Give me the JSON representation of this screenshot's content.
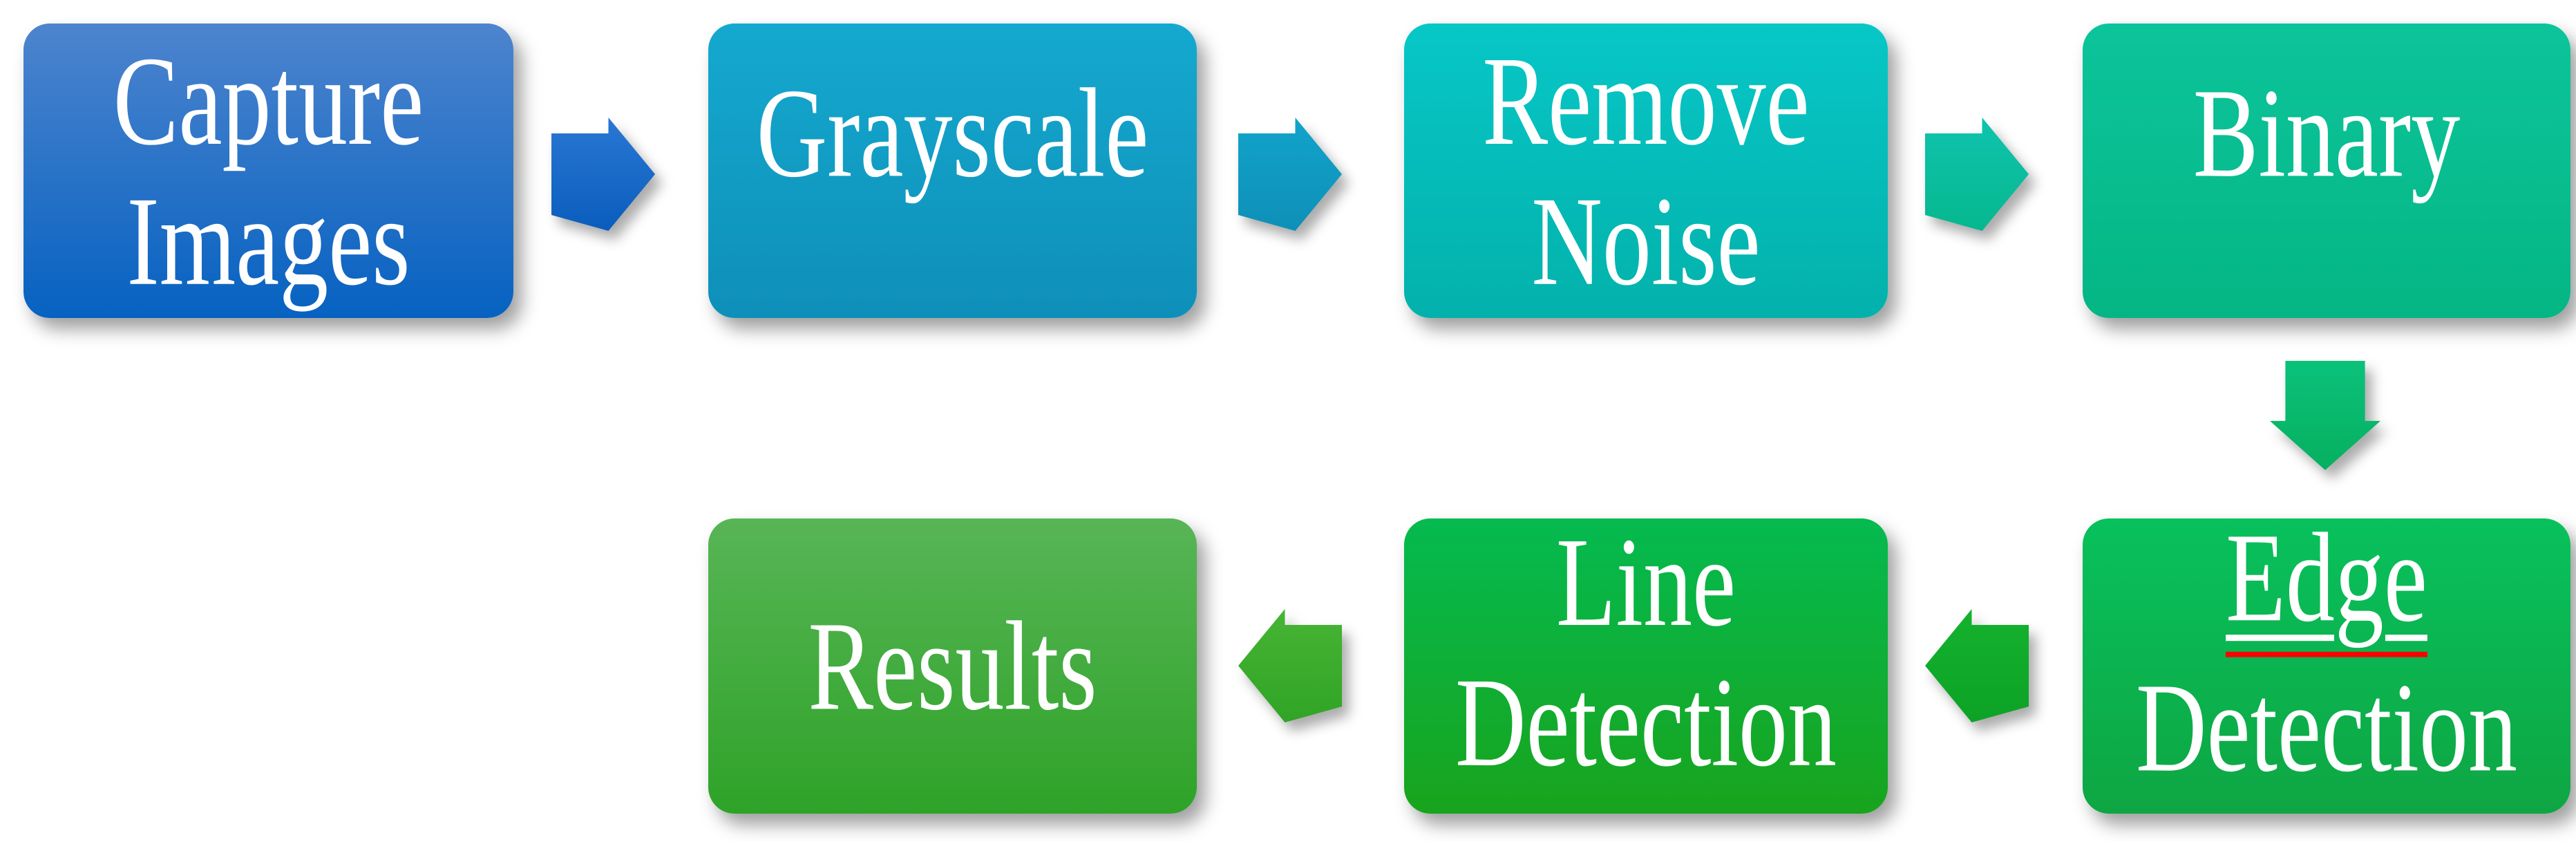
{
  "diagram": {
    "title": "Image processing pipeline flowchart",
    "text_color": "#ffffff",
    "nodes": [
      {
        "id": "capture-images",
        "label_lines": [
          "Capture",
          "Images"
        ],
        "fill_top": "#4d84ce",
        "fill_bottom": "#0662c1"
      },
      {
        "id": "grayscale",
        "label_lines": [
          "Grayscale"
        ],
        "fill_top": "#15a9cf",
        "fill_bottom": "#0e8fb9"
      },
      {
        "id": "remove-noise",
        "label_lines": [
          "Remove",
          "Noise"
        ],
        "fill_top": "#07c7c7",
        "fill_bottom": "#03b1ab"
      },
      {
        "id": "binary",
        "label_lines": [
          "Binary"
        ],
        "fill_top": "#0cc49b",
        "fill_bottom": "#05b684"
      },
      {
        "id": "edge-detection",
        "label_lines": [
          "Edge",
          "Detection"
        ],
        "fill_top": "#08c15c",
        "fill_bottom": "#0ea643",
        "underlined_word": "Edge",
        "underline_color": "#ff0000"
      },
      {
        "id": "line-detection",
        "label_lines": [
          "Line",
          "Detection"
        ],
        "fill_top": "#05ba50",
        "fill_bottom": "#18a41d"
      },
      {
        "id": "results",
        "label_lines": [
          "Results"
        ],
        "fill_top": "#58b556",
        "fill_bottom": "#2ea328"
      }
    ],
    "arrows": [
      {
        "id": "capture-to-grayscale",
        "direction": "right",
        "fill_top": "#2a77d4",
        "fill_bottom": "#0a5dbd"
      },
      {
        "id": "grayscale-to-noise",
        "direction": "right",
        "fill_top": "#12a3ca",
        "fill_bottom": "#0e90b8"
      },
      {
        "id": "noise-to-binary",
        "direction": "right",
        "fill_top": "#0fc3ae",
        "fill_bottom": "#06b88e"
      },
      {
        "id": "binary-to-edge",
        "direction": "down",
        "fill_top": "#0bc17a",
        "fill_bottom": "#06b060"
      },
      {
        "id": "edge-to-line",
        "direction": "left",
        "fill_top": "#14b22e",
        "fill_bottom": "#0da226"
      },
      {
        "id": "line-to-results",
        "direction": "left",
        "fill_top": "#47b434",
        "fill_bottom": "#30a426"
      }
    ]
  }
}
